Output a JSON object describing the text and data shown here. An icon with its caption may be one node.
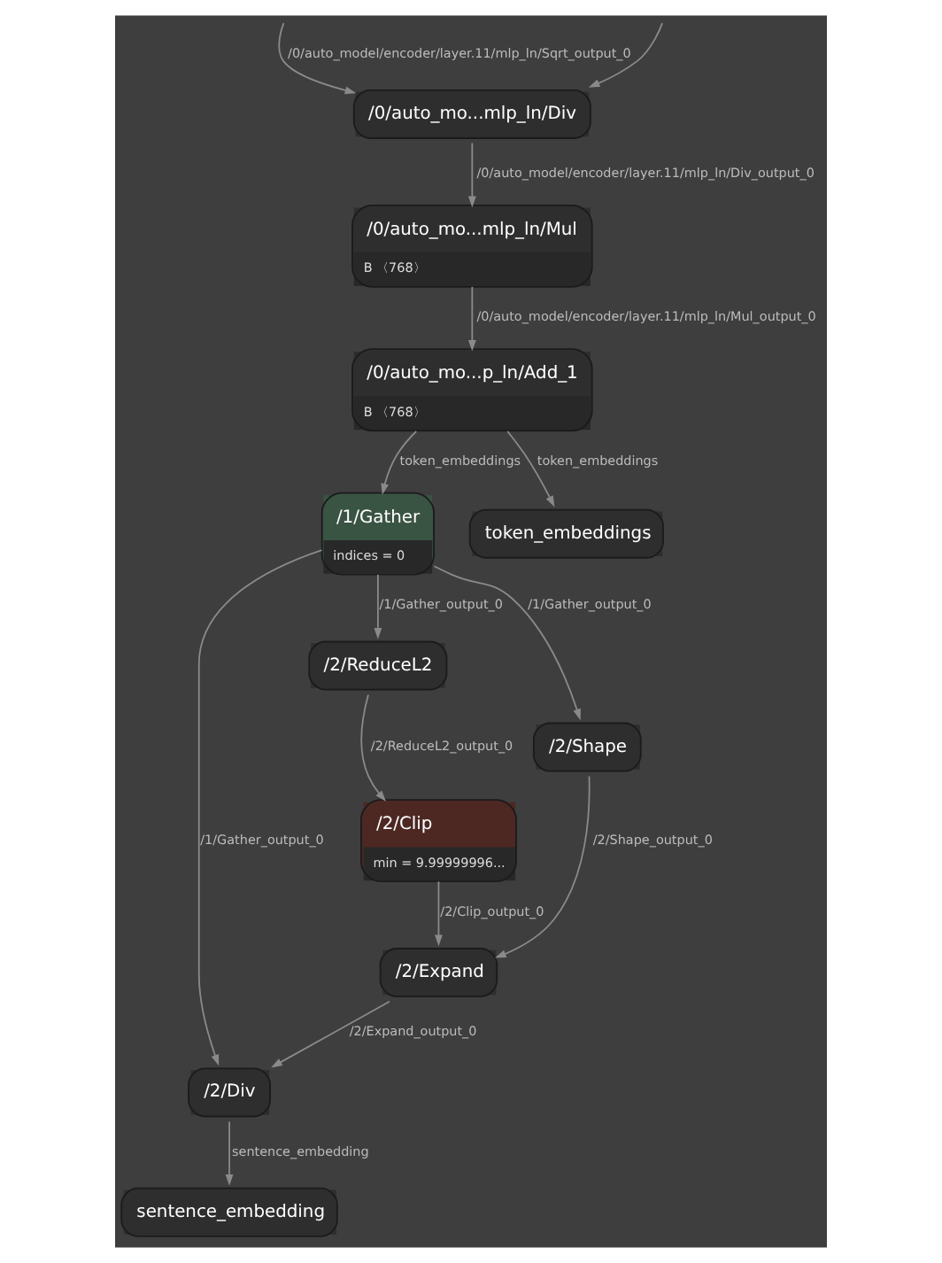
{
  "diagram": {
    "nodes": [
      {
        "text": [
          "/0/auto_mo...mlp_ln/Div"
        ]
      },
      {
        "text": [
          "/0/auto_mo...mlp_ln/Mul",
          "B 〈768〉"
        ]
      },
      {
        "text": [
          "/0/auto_mo...p_ln/Add_1",
          "B 〈768〉"
        ]
      },
      {
        "text": [
          "/1/Gather",
          "indices = 0"
        ]
      },
      {
        "text": [
          "token_embeddings"
        ]
      },
      {
        "text": [
          "/2/ReduceL2"
        ]
      },
      {
        "text": [
          "/2/Clip",
          "min = 9.99999996..."
        ]
      },
      {
        "text": [
          "/2/Shape"
        ]
      },
      {
        "text": [
          "/2/Expand"
        ]
      },
      {
        "text": [
          "/2/Div"
        ]
      },
      {
        "text": [
          "sentence_embedding"
        ]
      }
    ],
    "edges": [
      {
        "from": null,
        "to": 0,
        "arrow": "to",
        "label": "/0/auto_model/encoder/layer.11/mlp_ln/Sqrt_output_0"
      },
      {
        "from": null,
        "to": 0,
        "arrow": "to"
      },
      {
        "from": 0,
        "to": 1,
        "arrow": "to",
        "label": "/0/auto_model/encoder/layer.11/mlp_ln/Div_output_0"
      },
      {
        "from": 1,
        "to": 2,
        "arrow": "to",
        "label": "/0/auto_model/encoder/layer.11/mlp_ln/Mul_output_0"
      },
      {
        "from": 2,
        "to": 3,
        "arrow": "to",
        "label": "token_embeddings"
      },
      {
        "from": 2,
        "to": 4,
        "arrow": "to",
        "label": "token_embeddings"
      },
      {
        "from": 3,
        "to": 9,
        "arrow": "to",
        "label": "/1/Gather_output_0"
      },
      {
        "from": 3,
        "to": 5,
        "arrow": "to",
        "label": "/1/Gather_output_0"
      },
      {
        "from": 3,
        "to": 7,
        "arrow": "to",
        "label": "/1/Gather_output_0"
      },
      {
        "from": 5,
        "to": 6,
        "arrow": "to",
        "label": "/2/ReduceL2_output_0"
      },
      {
        "from": 6,
        "to": 8,
        "arrow": "to",
        "label": "/2/Clip_output_0"
      },
      {
        "from": 7,
        "to": 8,
        "arrow": "to",
        "label": "/2/Shape_output_0"
      },
      {
        "from": 8,
        "to": 9,
        "arrow": "to",
        "label": "/2/Expand_output_0"
      },
      {
        "from": 9,
        "to": 10,
        "arrow": "to",
        "label": "sentence_embedding"
      }
    ]
  }
}
